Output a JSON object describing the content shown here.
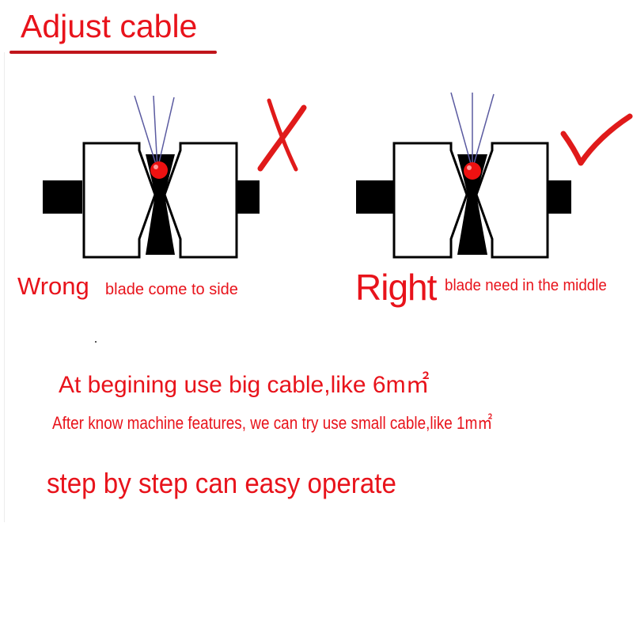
{
  "title": "Adjust cable",
  "wrong": {
    "label": "Wrong",
    "description": "blade come to side"
  },
  "right": {
    "label": "Right",
    "description": "blade need in the middle"
  },
  "instructions": {
    "line1": "At begining use big cable,like 6m㎡",
    "line2": "After know machine features, we can try use small cable,like 1m㎡",
    "line3": "step by step can easy operate"
  },
  "icons": {
    "wrong_mark": "cross-icon",
    "right_mark": "check-icon"
  },
  "colors": {
    "text": "#e8131b",
    "cable": "#ee1111",
    "mark": "#e01a1a",
    "blade_lines": "#5a5aa0"
  }
}
